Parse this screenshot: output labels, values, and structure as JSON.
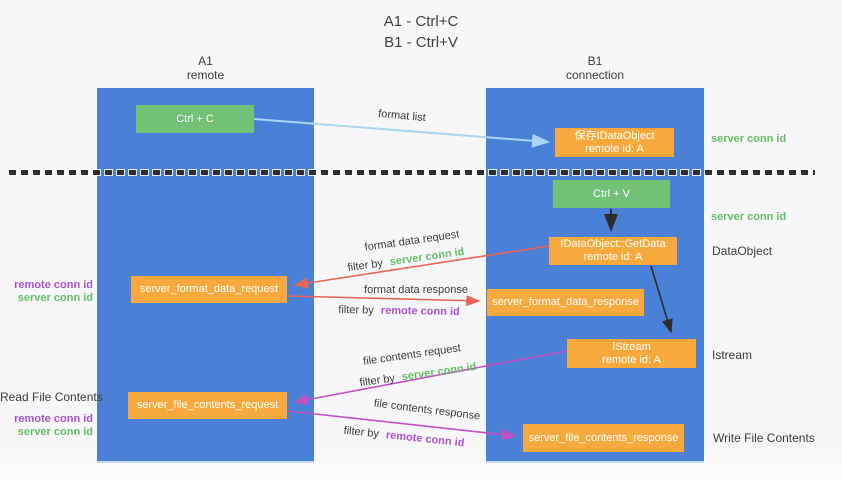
{
  "title": {
    "line1": "A1 - Ctrl+C",
    "line2": "B1 - Ctrl+V"
  },
  "lanes": {
    "a1": {
      "name": "A1",
      "role": "remote"
    },
    "b1": {
      "name": "B1",
      "role": "connection"
    }
  },
  "nodes": {
    "ctrl_c": {
      "label": "Ctrl + C"
    },
    "ctrl_v": {
      "label": "Ctrl + V"
    },
    "save_dataobject": {
      "line1": "保存IDataObject",
      "line2": "remote id: A"
    },
    "getdata": {
      "line1": "IDataObject::GetData",
      "line2": "remote id: A"
    },
    "istream": {
      "line1": "IStream",
      "line2": "remote id: A"
    },
    "format_request": {
      "label": "server_format_data_request"
    },
    "format_response": {
      "label": "server_format_data_response"
    },
    "file_request": {
      "label": "server_file_contents_request"
    },
    "file_response": {
      "label": "server_file_contents_response"
    }
  },
  "labels": {
    "format_list": "format list",
    "format_data_request": "format data request",
    "format_data_response": "format data response",
    "file_contents_request": "file contents request",
    "file_contents_response": "file contents response",
    "filter_by": "filter by",
    "server_conn_id": "server conn id",
    "remote_conn_id": "remote conn id",
    "read_file_contents": "Read File Contents",
    "write_file_contents": "Write File Contents",
    "dataobject": "DataObject",
    "istream": "Istream"
  },
  "colors": {
    "lane_blue": "#4a80d5",
    "node_green": "#72c176",
    "node_orange": "#f8a93e",
    "arrow_red": "#e8655a",
    "arrow_magenta": "#c150c5",
    "arrow_lightblue": "#a8d6f2",
    "arrow_black": "#2d2d2d",
    "text_green": "#67bd68",
    "text_purple": "#a953cd"
  }
}
